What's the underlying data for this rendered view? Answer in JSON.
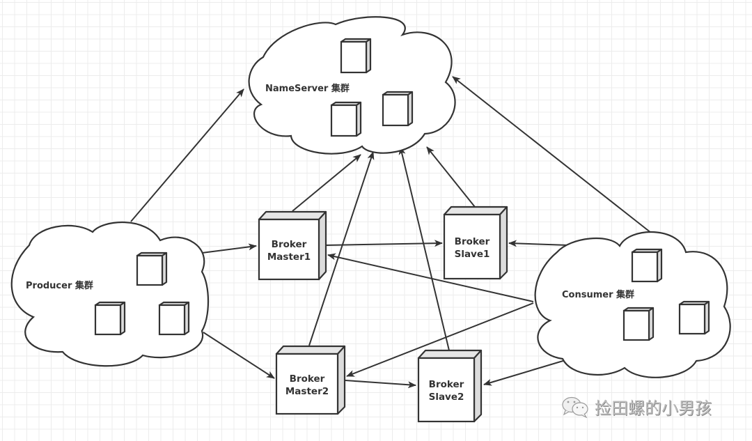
{
  "diagram": {
    "title": "RocketMQ cluster architecture",
    "colors": {
      "stroke": "#333333",
      "node_side": "#dcdcdc",
      "node_top": "#e6e6e6",
      "grid": "#e2e2e2",
      "watermark": "#bdbdbd"
    },
    "clouds": [
      {
        "id": "nameserver",
        "label": "NameServer 集群",
        "server_count": 3
      },
      {
        "id": "producer",
        "label": "Producer 集群",
        "server_count": 3
      },
      {
        "id": "consumer",
        "label": "Consumer 集群",
        "server_count": 3
      }
    ],
    "brokers": [
      {
        "id": "master1",
        "line1": "Broker",
        "line2": "Master1"
      },
      {
        "id": "slave1",
        "line1": "Broker",
        "line2": "Slave1"
      },
      {
        "id": "master2",
        "line1": "Broker",
        "line2": "Master2"
      },
      {
        "id": "slave2",
        "line1": "Broker",
        "line2": "Slave2"
      }
    ],
    "edges": [
      {
        "from": "producer",
        "to": "nameserver"
      },
      {
        "from": "producer",
        "to": "master1"
      },
      {
        "from": "producer",
        "to": "master2"
      },
      {
        "from": "master1",
        "to": "nameserver"
      },
      {
        "from": "master2",
        "to": "nameserver"
      },
      {
        "from": "slave2",
        "to": "nameserver"
      },
      {
        "from": "slave1",
        "to": "nameserver"
      },
      {
        "from": "consumer",
        "to": "nameserver"
      },
      {
        "from": "master1",
        "to": "slave1"
      },
      {
        "from": "master2",
        "to": "slave2"
      },
      {
        "from": "consumer",
        "to": "slave1"
      },
      {
        "from": "consumer",
        "to": "master1"
      },
      {
        "from": "consumer",
        "to": "master2"
      },
      {
        "from": "consumer",
        "to": "slave2"
      }
    ]
  },
  "watermark": {
    "icon": "wechat-icon",
    "text": "捡田螺的小男孩"
  }
}
